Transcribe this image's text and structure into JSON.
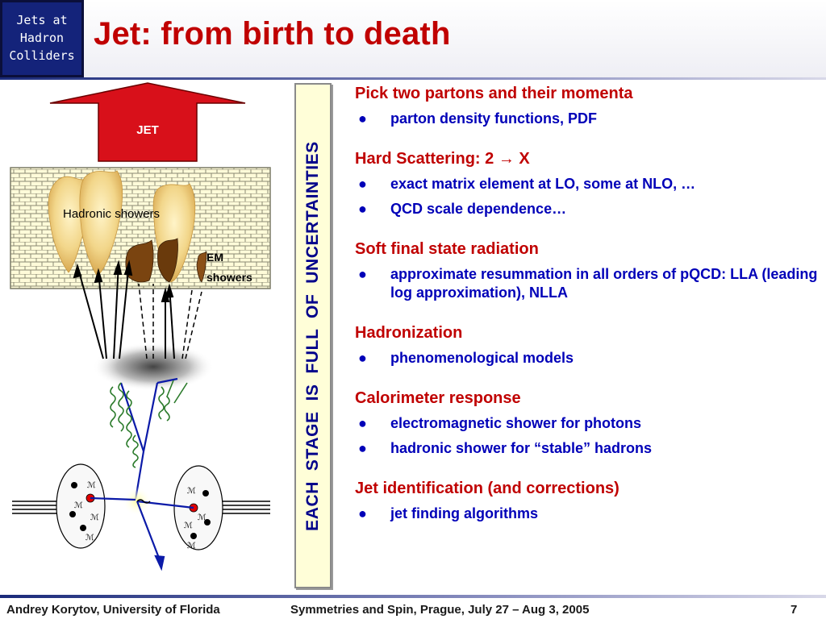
{
  "header": {
    "logo_lines": [
      "Jets at",
      "Hadron",
      "Colliders"
    ],
    "title": "Jet: from birth to death"
  },
  "figure": {
    "jet_label": "JET",
    "hadronic_label": "Hadronic showers",
    "em_label_line1": "EM",
    "em_label_line2": "showers"
  },
  "sidebar_vertical_text": "EACH  STAGE  IS  FULL  OF  UNCERTAINTIES",
  "sections": [
    {
      "heading": "Pick two partons and their momenta",
      "bullets": [
        "parton density functions, PDF"
      ]
    },
    {
      "heading": "Hard Scattering: 2 → X",
      "bullets": [
        "exact matrix element at LO, some at NLO, …",
        "QCD scale dependence…"
      ]
    },
    {
      "heading": "Soft final state radiation",
      "bullets": [
        "approximate resummation in all orders of  pQCD: LLA (leading log approximation), NLLA"
      ]
    },
    {
      "heading": "Hadronization",
      "bullets": [
        "phenomenological models"
      ]
    },
    {
      "heading": "Calorimeter response",
      "bullets": [
        "electromagnetic shower for photons",
        "hadronic shower for “stable” hadrons"
      ]
    },
    {
      "heading": "Jet identification (and corrections)",
      "bullets": [
        "jet finding algorithms"
      ]
    }
  ],
  "bullet_symbol": "●",
  "footer": {
    "author": "Andrey Korytov, University of Florida",
    "event": "Symmetries and Spin, Prague, July 27 – Aug 3, 2005",
    "page": "7"
  },
  "colors": {
    "title": "#c00000",
    "bullet_text": "#0000b8",
    "logo_bg": "#14237a"
  }
}
